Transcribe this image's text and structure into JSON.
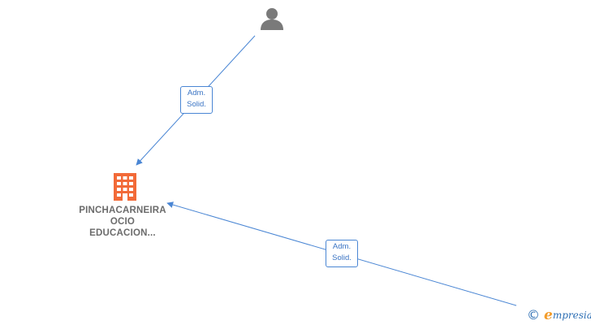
{
  "diagram": {
    "nodes": {
      "person": {
        "icon": "person-icon",
        "color": "#7a7a7a"
      },
      "company": {
        "icon": "building-icon",
        "color": "#f26a38",
        "label_lines": [
          "PINCHACARNEIRA",
          "OCIO",
          "EDUCACION..."
        ]
      }
    },
    "edges": [
      {
        "from": "person",
        "to": "company",
        "label_lines": [
          "Adm.",
          "Solid."
        ]
      },
      {
        "from": "offscreen",
        "to": "company",
        "label_lines": [
          "Adm.",
          "Solid."
        ]
      }
    ],
    "edge_color": "#4a86d4"
  },
  "footer": {
    "copyright_symbol": "©",
    "brand_initial": "e",
    "brand_rest": "mpresia",
    "brand_color": "#2e6fb4",
    "brand_accent": "#f39c2a"
  }
}
